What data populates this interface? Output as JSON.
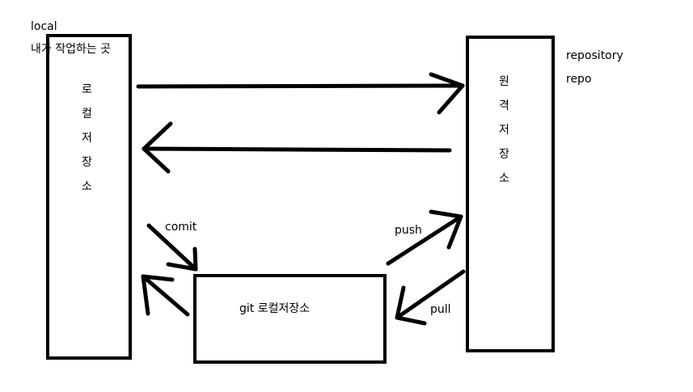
{
  "local_box": {
    "corner_label": "local",
    "description": "내가 작업하는 곳",
    "vertical_chars": [
      "로",
      "컬",
      "저",
      "장",
      "소"
    ]
  },
  "remote_box": {
    "vertical_chars": [
      "원",
      "격",
      "저",
      "장",
      "소"
    ],
    "side_label_1": "repository",
    "side_label_2": "repo"
  },
  "git_box": {
    "label": "git 로컬저장소"
  },
  "edge_labels": {
    "commit": "comit",
    "push": "push",
    "pull": "pull"
  },
  "colors": {
    "stroke": "#000000",
    "background": "#ffffff"
  }
}
